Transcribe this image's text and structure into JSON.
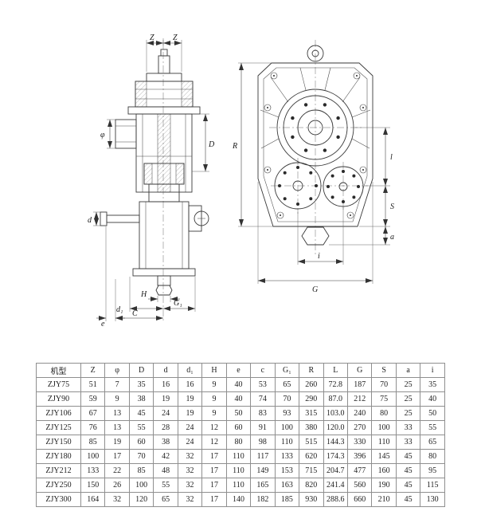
{
  "drawing": {
    "left": {
      "z_left": "Z",
      "z_right": "Z",
      "phi": "φ",
      "D": "D",
      "d": "d",
      "H": "H",
      "d1": "d₁",
      "e": "e",
      "C": "C",
      "G1": "G₁"
    },
    "right": {
      "R": "R",
      "l": "l",
      "S": "S",
      "a": "a",
      "i": "i",
      "G": "G"
    }
  },
  "table": {
    "headers": [
      "机型",
      "Z",
      "φ",
      "D",
      "d",
      "d₁",
      "H",
      "e",
      "c",
      "G₁",
      "R",
      "L",
      "G",
      "S",
      "a",
      "i"
    ],
    "rows": [
      [
        "ZJY75",
        "51",
        "7",
        "35",
        "16",
        "16",
        "9",
        "40",
        "53",
        "65",
        "260",
        "72.8",
        "187",
        "70",
        "25",
        "35"
      ],
      [
        "ZJY90",
        "59",
        "9",
        "38",
        "19",
        "19",
        "9",
        "40",
        "74",
        "70",
        "290",
        "87.0",
        "212",
        "75",
        "25",
        "40"
      ],
      [
        "ZJY106",
        "67",
        "13",
        "45",
        "24",
        "19",
        "9",
        "50",
        "83",
        "93",
        "315",
        "103.0",
        "240",
        "80",
        "25",
        "50"
      ],
      [
        "ZJY125",
        "76",
        "13",
        "55",
        "28",
        "24",
        "12",
        "60",
        "91",
        "100",
        "380",
        "120.0",
        "270",
        "100",
        "33",
        "55"
      ],
      [
        "ZJY150",
        "85",
        "19",
        "60",
        "38",
        "24",
        "12",
        "80",
        "98",
        "110",
        "515",
        "144.3",
        "330",
        "110",
        "33",
        "65"
      ],
      [
        "ZJY180",
        "100",
        "17",
        "70",
        "42",
        "32",
        "17",
        "110",
        "117",
        "133",
        "620",
        "174.3",
        "396",
        "145",
        "45",
        "80"
      ],
      [
        "ZJY212",
        "133",
        "22",
        "85",
        "48",
        "32",
        "17",
        "110",
        "149",
        "153",
        "715",
        "204.7",
        "477",
        "160",
        "45",
        "95"
      ],
      [
        "ZJY250",
        "150",
        "26",
        "100",
        "55",
        "32",
        "17",
        "110",
        "165",
        "163",
        "820",
        "241.4",
        "560",
        "190",
        "45",
        "115"
      ],
      [
        "ZJY300",
        "164",
        "32",
        "120",
        "65",
        "32",
        "17",
        "140",
        "182",
        "185",
        "930",
        "288.6",
        "660",
        "210",
        "45",
        "130"
      ]
    ]
  }
}
